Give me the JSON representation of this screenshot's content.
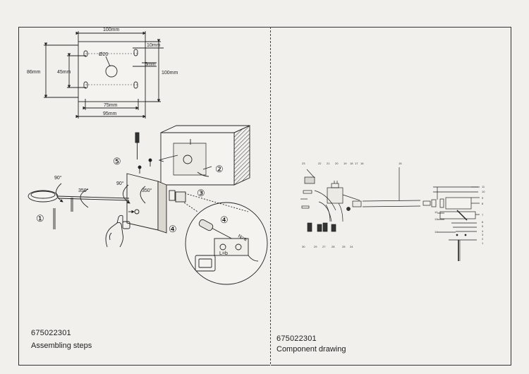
{
  "left": {
    "dimensions": {
      "top_width": "100mm",
      "hole": "Ø20",
      "right_offset": "10mm",
      "small_offset": "5mm",
      "left_height": "86mm",
      "inner_height": "45mm",
      "right_height": "100mm",
      "inner_width": "75mm",
      "bottom_width": "95mm"
    },
    "steps": {
      "s1": "①",
      "s2": "②",
      "s3": "③",
      "s4": "④",
      "s4_detail": "④",
      "s5": "⑤"
    },
    "angles": {
      "a1": "90°",
      "a2": "350°",
      "a3": "90°",
      "a4": "350°"
    },
    "wire_labels": {
      "n": "N=a",
      "l": "L=b"
    },
    "code": "675022301",
    "caption": "Assembling steps"
  },
  "right": {
    "part_numbers": {
      "top_labels": [
        "23",
        "22",
        "21",
        "20",
        "19",
        "18",
        "17",
        "16"
      ],
      "p15": "15",
      "bottom_labels": [
        "30",
        "29",
        "27",
        "28",
        "25",
        "24"
      ],
      "right_labels": [
        "11",
        "10",
        "9",
        "8",
        "7",
        "6",
        "5",
        "4",
        "3",
        "2",
        "1"
      ],
      "p12": "12",
      "p13": "13",
      "p14": "14"
    },
    "code": "675022301",
    "caption": "Component drawing"
  }
}
